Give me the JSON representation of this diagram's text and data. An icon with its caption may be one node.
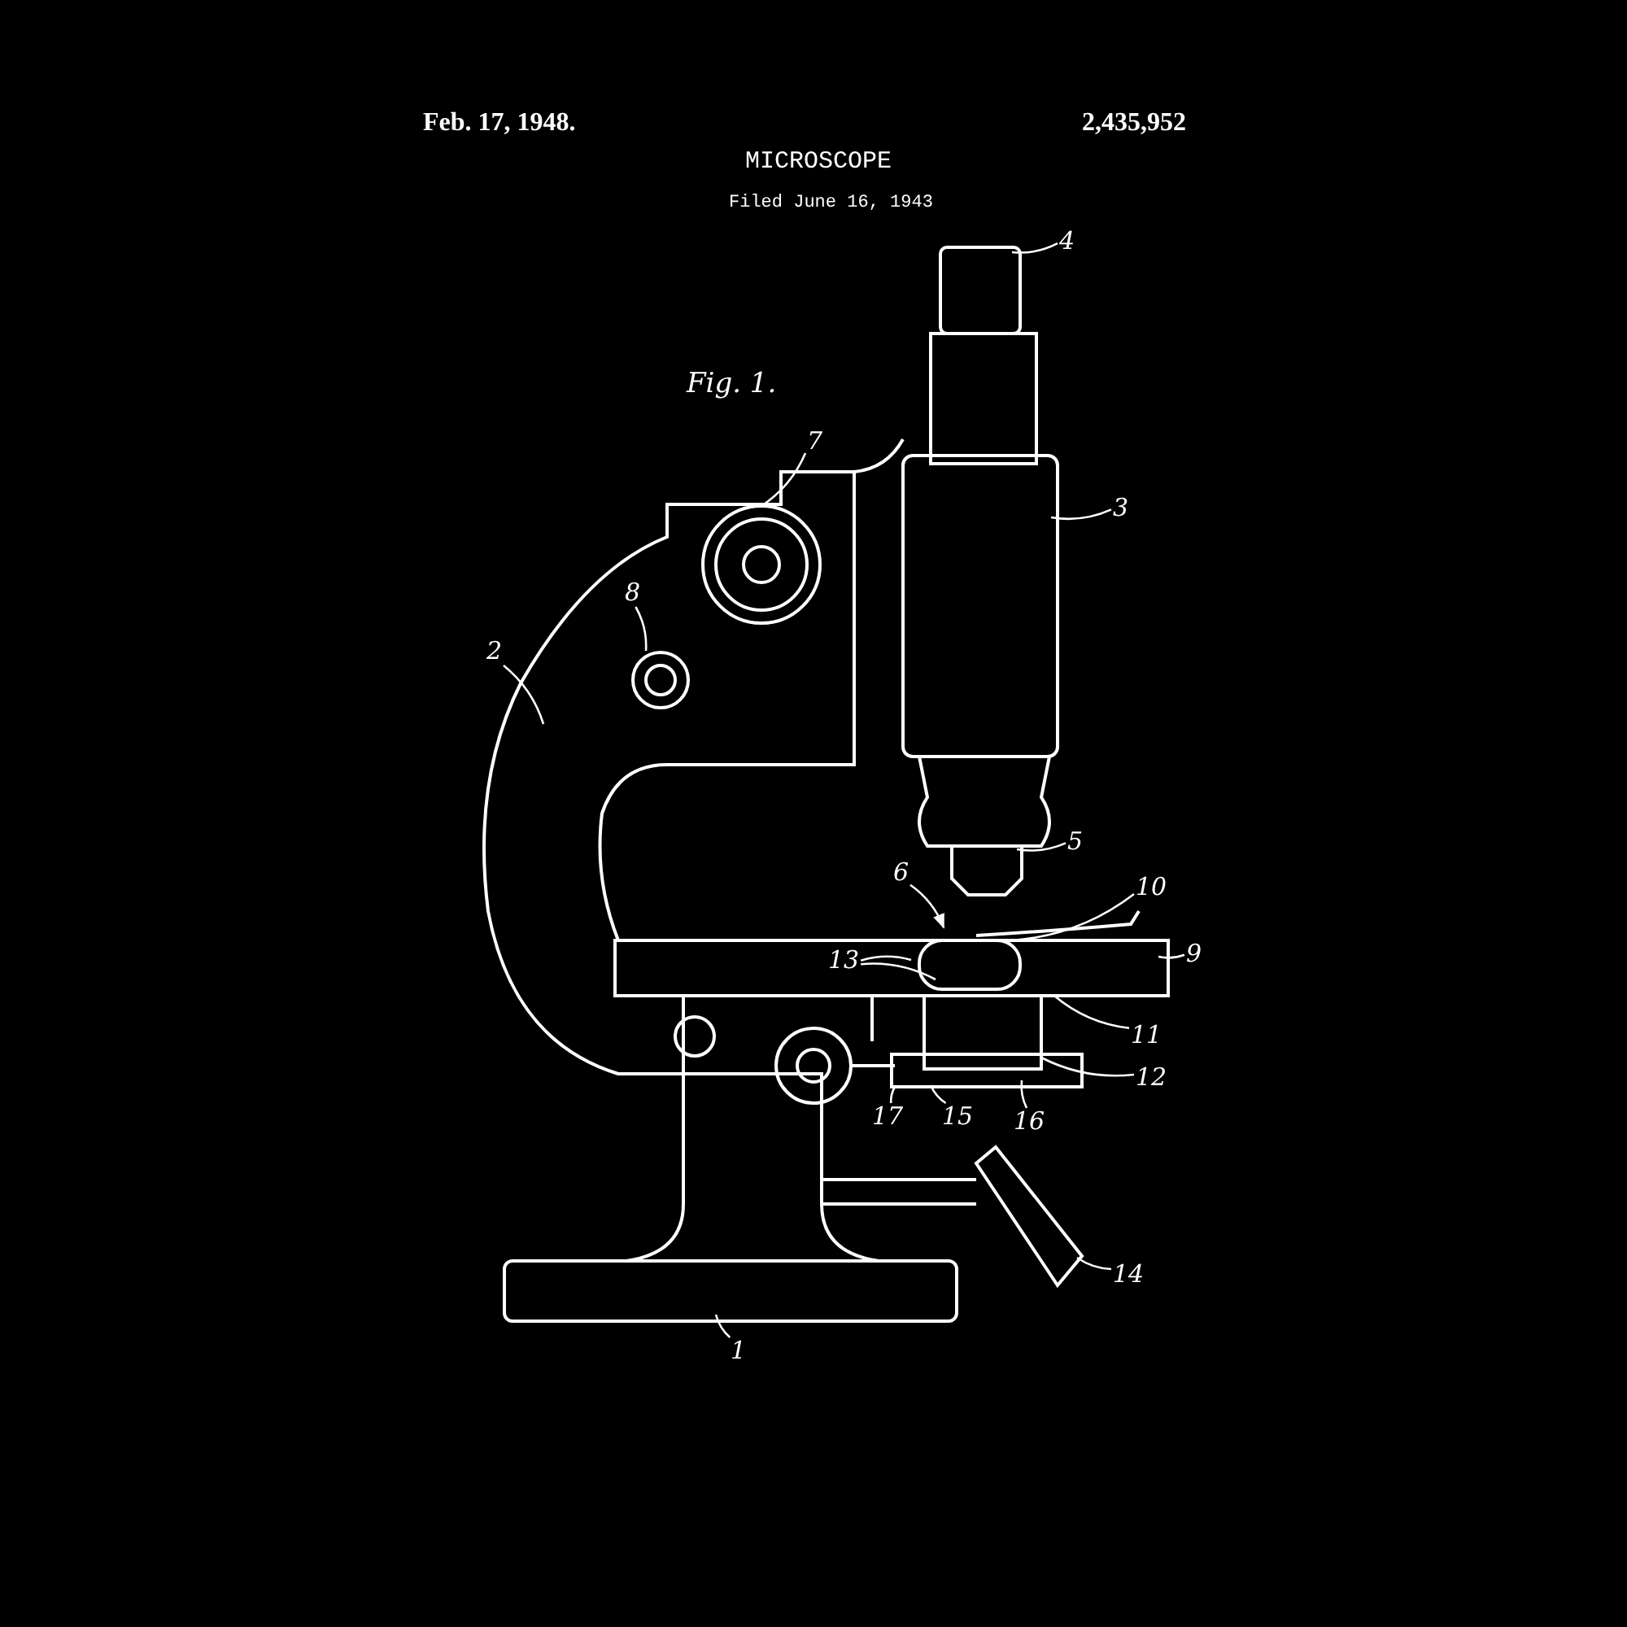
{
  "diagram": {
    "title": "MICROSCOPE",
    "nodes": [
      {
        "text": [
          "4"
        ]
      },
      {
        "text": [
          "7"
        ]
      },
      {
        "text": [
          "3"
        ]
      },
      {
        "text": [
          "8"
        ]
      },
      {
        "text": [
          "2"
        ]
      },
      {
        "text": [
          "5"
        ]
      },
      {
        "text": [
          "6"
        ]
      },
      {
        "text": [
          "10"
        ]
      },
      {
        "text": [
          "9"
        ]
      },
      {
        "text": [
          "13"
        ]
      },
      {
        "text": [
          "11"
        ]
      },
      {
        "text": [
          "12"
        ]
      },
      {
        "text": [
          "17"
        ]
      },
      {
        "text": [
          "15"
        ]
      },
      {
        "text": [
          "16"
        ]
      },
      {
        "text": [
          "14"
        ]
      },
      {
        "text": [
          "1"
        ]
      }
    ],
    "edges": [
      {
        "from": 0,
        "to": null,
        "arrow": "none"
      },
      {
        "from": 1,
        "to": null,
        "arrow": "none"
      },
      {
        "from": 2,
        "to": null,
        "arrow": "none"
      },
      {
        "from": 3,
        "to": null,
        "arrow": "none"
      },
      {
        "from": 4,
        "to": null,
        "arrow": "none"
      },
      {
        "from": 5,
        "to": null,
        "arrow": "none"
      },
      {
        "from": 6,
        "to": null,
        "arrow": "to"
      },
      {
        "from": 7,
        "to": null,
        "arrow": "none"
      },
      {
        "from": 8,
        "to": null,
        "arrow": "none"
      },
      {
        "from": 9,
        "to": null,
        "arrow": "none"
      },
      {
        "from": 9,
        "to": null,
        "arrow": "none"
      },
      {
        "from": 10,
        "to": null,
        "arrow": "none"
      },
      {
        "from": 11,
        "to": null,
        "arrow": "none"
      },
      {
        "from": 12,
        "to": null,
        "arrow": "none"
      },
      {
        "from": 13,
        "to": null,
        "arrow": "none"
      },
      {
        "from": 14,
        "to": null,
        "arrow": "none"
      },
      {
        "from": 15,
        "to": null,
        "arrow": "none"
      },
      {
        "from": 16,
        "to": null,
        "arrow": "none"
      }
    ],
    "labels": [
      "Feb. 17, 1948.",
      "2,435,952",
      "Filed June 16, 1943",
      "Fig. 1."
    ]
  }
}
